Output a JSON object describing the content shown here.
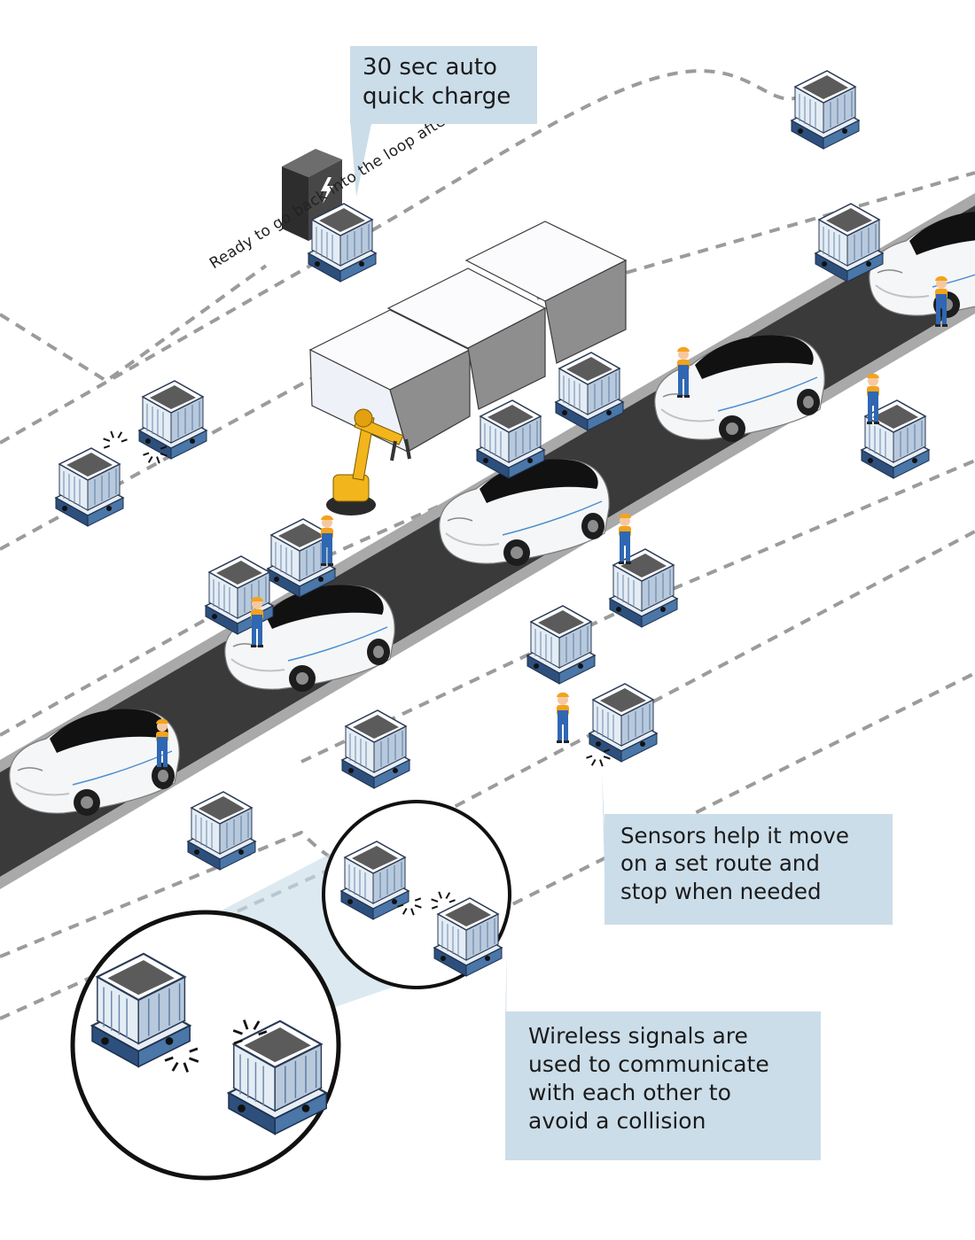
{
  "labels": {
    "charge_line_1": "30 sec auto",
    "charge_line_2": "quick charge",
    "loop_label": "Ready to go back into the loop after recharge",
    "sensors_line_1": "Sensors help it move",
    "sensors_line_2": "on a set route and",
    "sensors_line_3": "stop when needed",
    "wireless_line_1": "Wireless signals are",
    "wireless_line_2": "used to communicate",
    "wireless_line_3": "with each other to",
    "wireless_line_4": "avoid a collision"
  },
  "icons": {
    "charger": "lightning-bolt-icon",
    "agv": "automated-guided-vehicle",
    "robot": "robot-arm",
    "worker": "factory-worker",
    "car": "electric-car",
    "signal": "wireless-signal-icon"
  },
  "colors": {
    "callout_bg": "#cbdde9",
    "road": "#3a3a3a",
    "road_edge": "#a9a9a9",
    "route_dash": "#9b9b9b",
    "agv_blue": "#3d6594",
    "agv_light": "#dbe5ef",
    "robot_yellow": "#f2b51c",
    "worker_blue": "#2f67b3",
    "worker_orange": "#f3a31d",
    "charger_dark": "#474747"
  }
}
